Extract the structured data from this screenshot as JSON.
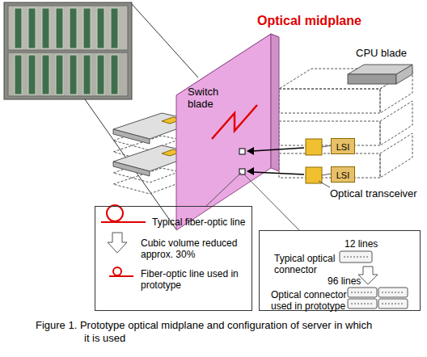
{
  "diagram": {
    "caption": "Figure 1. Prototype optical midplane and configuration of server in which it is used",
    "nodes": [
      {
        "text": [
          "LSI"
        ]
      },
      {
        "text": [
          "LSI"
        ]
      },
      {
        "text": [
          "Typical fiber-optic line",
          "Cubic volume reduced approx. 30%",
          "Fiber-optic line used in prototype"
        ]
      },
      {
        "text": [
          "Typical optical connector",
          "12 lines",
          "96 lines",
          "Optical connector used in prototype"
        ]
      }
    ],
    "labels": [
      "Optical midplane",
      "Switch blade",
      "CPU blade",
      "Optical transceiver"
    ]
  }
}
